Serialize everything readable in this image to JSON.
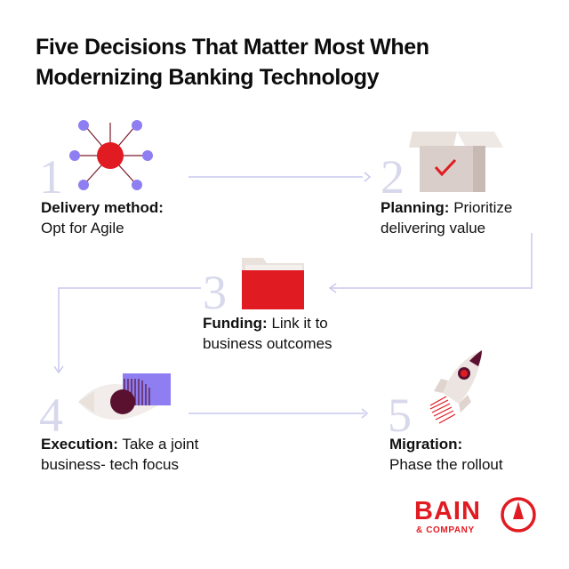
{
  "title": {
    "line1": "Five Decisions That Matter Most When",
    "line2": "Modernizing Banking Technology"
  },
  "steps": [
    {
      "number": "1",
      "heading": "Delivery method:",
      "body1": "Opt for Agile",
      "body2": ""
    },
    {
      "number": "2",
      "heading": "Planning:",
      "body1": "Prioritize",
      "body2": "delivering value"
    },
    {
      "number": "3",
      "heading": "Funding:",
      "body1": "Link it to",
      "body2": "business outcomes"
    },
    {
      "number": "4",
      "heading": "Execution:",
      "body1": "Take a joint",
      "body2": "business- tech focus"
    },
    {
      "number": "5",
      "heading": "Migration:",
      "body1": "",
      "body2": "Phase the rollout"
    }
  ],
  "logo": {
    "name": "BAIN",
    "sub": "& COMPANY"
  },
  "colors": {
    "red": "#e11b22",
    "purple": "#8e7ef2",
    "faint": "#d8d8ec",
    "connector": "#c9c9ee"
  }
}
